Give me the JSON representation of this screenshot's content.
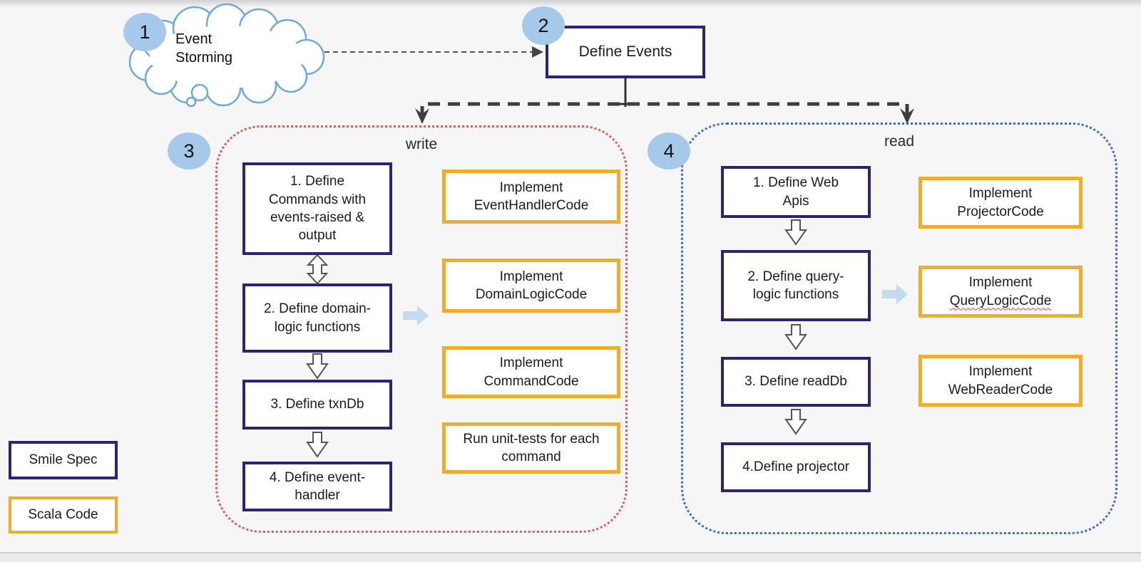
{
  "badges": {
    "step1": "1",
    "step2": "2",
    "step3": "3",
    "step4": "4"
  },
  "cloud": {
    "label": "Event Storming"
  },
  "define_events": {
    "label": "Define Events"
  },
  "write": {
    "title": "write",
    "spec_boxes": [
      {
        "label": "1. Define Commands with events-raised & output"
      },
      {
        "label": "2. Define domain-logic functions"
      },
      {
        "label": "3. Define txnDb"
      },
      {
        "label": "4. Define event-handler"
      }
    ],
    "code_boxes": [
      {
        "label": "Implement EventHandlerCode"
      },
      {
        "label": "Implement DomainLogicCode"
      },
      {
        "label": "Implement CommandCode"
      },
      {
        "label": "Run unit-tests for each command"
      }
    ]
  },
  "read": {
    "title": "read",
    "spec_boxes": [
      {
        "label": "1. Define Web Apis"
      },
      {
        "label": "2. Define query-logic functions"
      },
      {
        "label": "3. Define readDb"
      },
      {
        "label": "4.Define projector"
      }
    ],
    "code_boxes": [
      {
        "label": "Implement ProjectorCode"
      },
      {
        "line1": "Implement",
        "line2": "QueryLogicCode"
      },
      {
        "label": "Implement WebReaderCode"
      }
    ]
  },
  "legend": {
    "spec_label": "Smile Spec",
    "code_label": "Scala Code"
  },
  "colors": {
    "spec_border": "#312172",
    "code_border": "#f0ad2d",
    "write_outline": "#e05c5c",
    "read_outline": "#3a6bd3",
    "badge_fill": "#a6c9ea",
    "flow_arrow": "#c3daf1",
    "connector": "#3d3d3d",
    "misspell_underline": "#e04040"
  }
}
